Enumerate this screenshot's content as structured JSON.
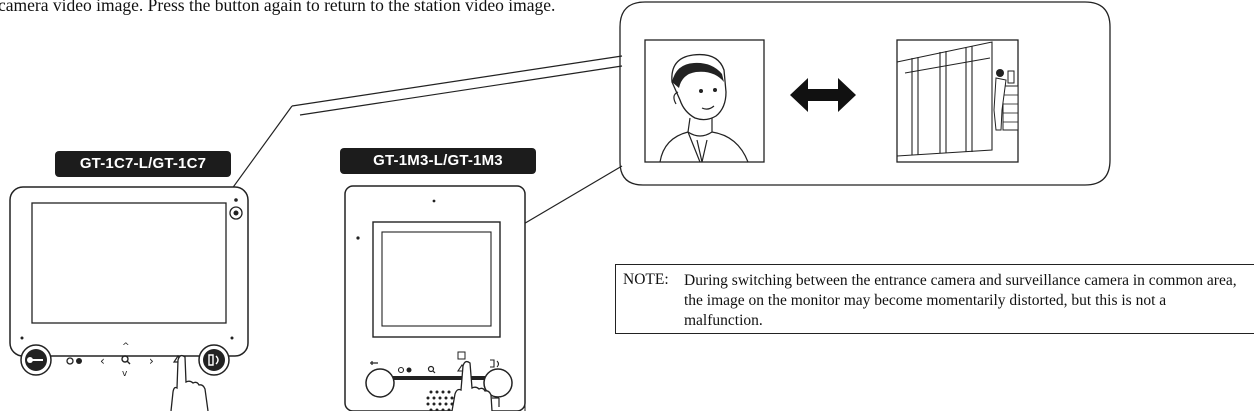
{
  "intro": {
    "text": "camera video image. Press the button again to return to the station video image."
  },
  "models": {
    "left": "GT-1C7-L/GT-1C7",
    "right": "GT-1M3-L/GT-1M3"
  },
  "note": {
    "label": "NOTE:",
    "body": "During switching between the entrance camera and surveillance camera in common area, the image on the monitor may become momentarily distorted, but this is not a malfunction."
  },
  "icons": {
    "unlock": "key-icon",
    "brightness_volume": "brightness-volume-icon",
    "zoom": "magnifier-icon",
    "camera_switch": "camera-switch-icon",
    "talk": "talk-icon",
    "swap": "double-arrow-icon",
    "hand": "pointing-hand-icon"
  }
}
